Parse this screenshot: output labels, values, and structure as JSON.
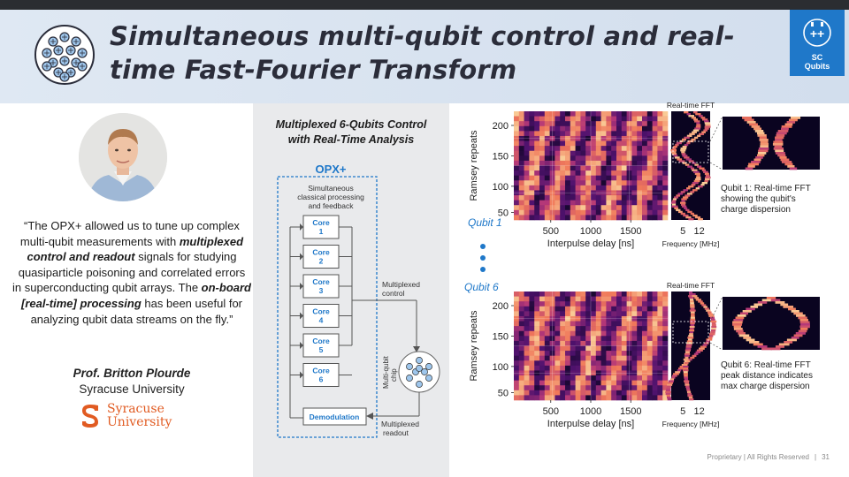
{
  "header": {
    "title": "Simultaneous multi-qubit control and real-time Fast-Fourier Transform",
    "badge_line1": "SC",
    "badge_line2": "Qubits"
  },
  "quote": {
    "part1": "“The OPX+ allowed us to tune up complex multi-qubit measurements with ",
    "bold1": "multiplexed control and readout",
    "part2": " signals for studying quasiparticle poisoning and correlated errors in superconducting qubit arrays. The ",
    "bold2": "on-board [real-time] processing",
    "part3": " has been useful for analyzing qubit data streams on the fly.”",
    "name": "Prof. Britton Plourde",
    "org": "Syracuse University"
  },
  "university_logo": {
    "line1": "Syracuse",
    "line2": "University",
    "color": "#e15b22"
  },
  "diagram": {
    "title_line1": "Multiplexed 6-Qubits Control",
    "title_line2": "with Real-Time Analysis",
    "box_title": "OPX+",
    "processing_line1": "Simultaneous",
    "processing_line2": "classical processing",
    "processing_line3": "and feedback",
    "cores": [
      {
        "line1": "Core",
        "line2": "1"
      },
      {
        "line1": "Core",
        "line2": "2"
      },
      {
        "line1": "Core",
        "line2": "3"
      },
      {
        "line1": "Core",
        "line2": "4"
      },
      {
        "line1": "Core",
        "line2": "5"
      },
      {
        "line1": "Core",
        "line2": "6"
      }
    ],
    "multiplexed_control_1": "Multiplexed",
    "multiplexed_control_2": "control",
    "chip_label_1": "Multi-qubit",
    "chip_label_2": "chip",
    "demodulation": "Demodulation",
    "multiplexed_readout_1": "Multiplexed",
    "multiplexed_readout_2": "readout",
    "accent_color": "#1f78c9"
  },
  "plots": {
    "fft_label": "Real-time FFT",
    "y_ticks": [
      "200",
      "150",
      "100",
      "50"
    ],
    "x_ticks": [
      "500",
      "1000",
      "1500"
    ],
    "fft_x_ticks": [
      "5",
      "12"
    ],
    "ylabel": "Ramsey repeats",
    "xlabel": "Interpulse delay [ns]",
    "fft_xlabel": "Frequency [MHz]",
    "qubit1_label": "Qubit 1",
    "qubit6_label": "Qubit 6",
    "qubit1_note_1": "Qubit 1: Real-time FFT",
    "qubit1_note_2": "showing the qubit's",
    "qubit1_note_3": "charge dispersion",
    "qubit6_note_1": "Qubit 6: Real-time FFT",
    "qubit6_note_2": "peak distance indicates",
    "qubit6_note_3": "max charge dispersion",
    "label_color": "#1f78c9"
  },
  "footer": {
    "text": "Proprietary | All Rights Reserved",
    "page": "31"
  }
}
